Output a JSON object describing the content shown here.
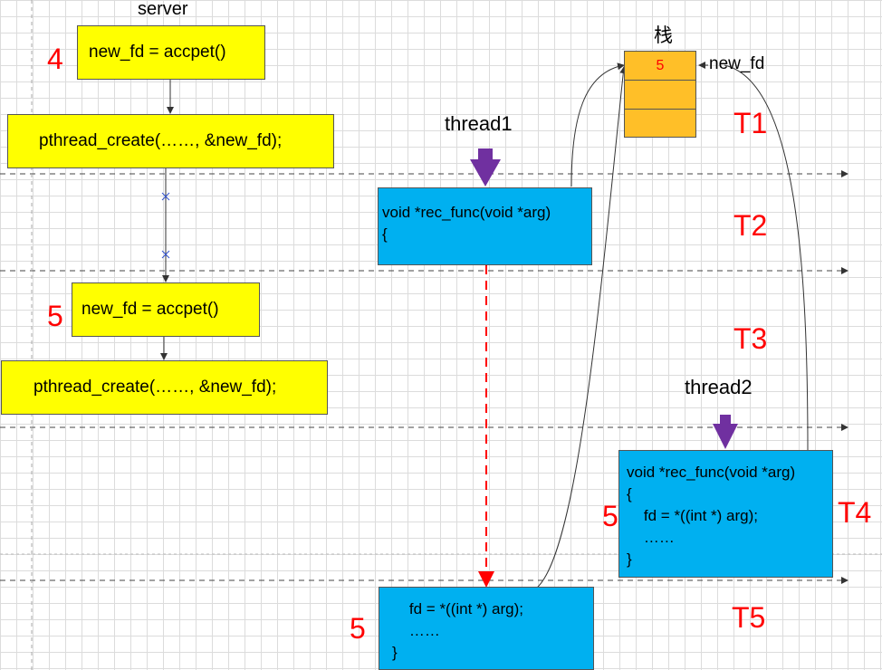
{
  "server_label": "server",
  "stack_label": "栈",
  "stack_cells": [
    "5",
    "",
    ""
  ],
  "new_fd_pointer": "new_fd",
  "server_steps": [
    {
      "step": "4",
      "accept": "new_fd = accpet()",
      "create": "pthread_create(……, &new_fd);"
    },
    {
      "step": "5",
      "accept": "new_fd = accpet()",
      "create": "pthread_create(……, &new_fd);"
    }
  ],
  "threads": [
    {
      "name": "thread1",
      "header": "void *rec_func(void *arg)\n{",
      "body": "    fd = *((int *) arg);\n    ……\n}",
      "body_value": "5"
    },
    {
      "name": "thread2",
      "code": "void *rec_func(void *arg)\n{\n    fd = *((int *) arg);\n    ……\n}",
      "value": "5"
    }
  ],
  "time_labels": [
    "T1",
    "T2",
    "T3",
    "T4",
    "T5"
  ],
  "colors": {
    "yellow": "#ffff00",
    "blue": "#00b0f0",
    "orange": "#ffbf28",
    "purple": "#7030a0",
    "red": "#ff0000"
  }
}
